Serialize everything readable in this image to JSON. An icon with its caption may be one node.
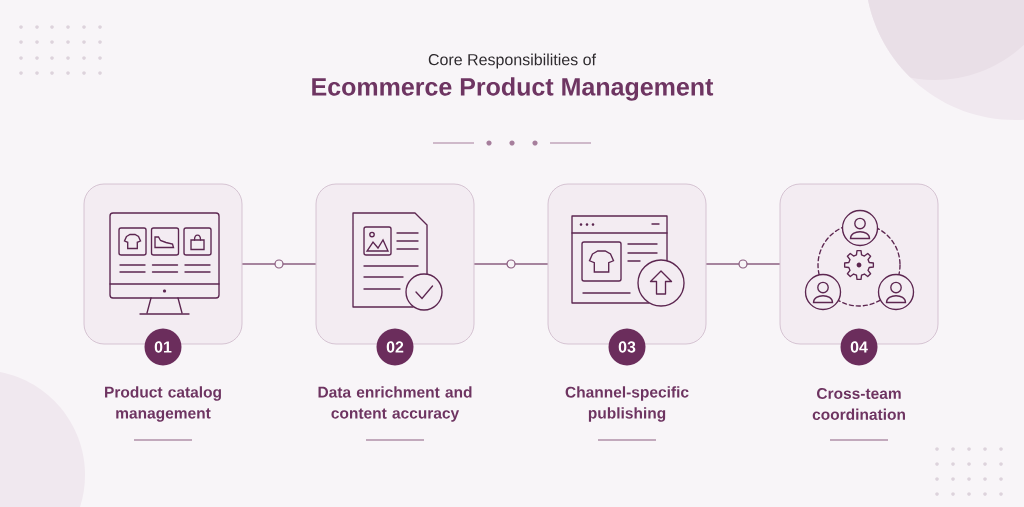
{
  "diagram": {
    "title": "Ecommerce Product Management",
    "nodes": [
      {
        "text": [],
        "shape": "box"
      },
      {
        "text": [
          "01"
        ],
        "beside": [
          "Product catalog management"
        ]
      },
      {
        "text": [],
        "shape": "box"
      },
      {
        "text": [
          "02"
        ],
        "beside": [
          "Data enrichment and content accuracy"
        ]
      },
      {
        "text": [],
        "shape": "box"
      },
      {
        "text": [
          "03"
        ],
        "beside": [
          "Channel-specific publishing"
        ]
      },
      {
        "text": [],
        "shape": "box"
      },
      {
        "text": [
          "04"
        ],
        "beside": [
          "Cross-team coordination"
        ]
      }
    ],
    "edges": [
      {
        "from": 0,
        "to": 2,
        "arrow": "none"
      },
      {
        "from": 2,
        "to": 4,
        "arrow": "none"
      },
      {
        "from": 4,
        "to": 6,
        "arrow": "none"
      }
    ],
    "labels": [
      "Core Responsibilities of"
    ]
  }
}
